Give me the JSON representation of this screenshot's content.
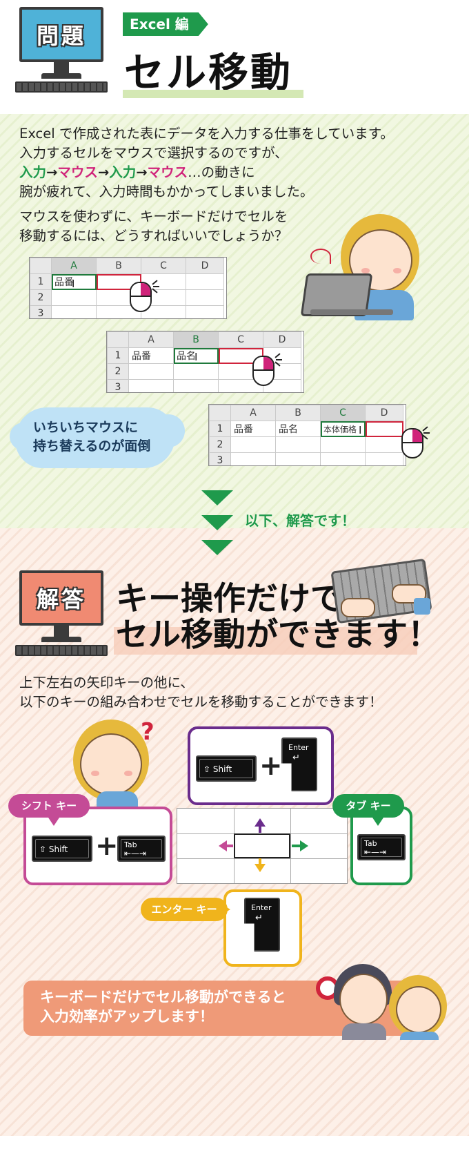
{
  "header": {
    "badge": "問題",
    "tag": "Excel 編",
    "title": "セル移動"
  },
  "question": {
    "line1": "Excel で作成された表にデータを入力する仕事をしています。",
    "line2": "入力するセルをマウスで選択するのですが、",
    "line3": {
      "a": "入力",
      "arrow1": "→",
      "b": "マウス",
      "arrow2": "→",
      "c": "入力",
      "arrow3": "→",
      "d": "マウス",
      "e": "…の動きに"
    },
    "line4": "腕が疲れて、入力時間もかかってしまいました。",
    "line5": "マウスを使わずに、キーボードだけでセルを",
    "line6": "移動するには、どうすればいいでしょうか？",
    "cloud": [
      "いちいちマウスに",
      "持ち替えるのが面倒"
    ]
  },
  "grids": {
    "cols": [
      "A",
      "B",
      "C",
      "D"
    ],
    "rows": [
      "1",
      "2",
      "3"
    ],
    "g1": [
      "品番",
      "",
      "",
      ""
    ],
    "g2": [
      "品番",
      "品名",
      "",
      ""
    ],
    "g3": [
      "品番",
      "品名",
      "本体価格",
      ""
    ]
  },
  "transition": {
    "label": "以下、解答です！"
  },
  "answer": {
    "badge": "解答",
    "title1": "キー操作だけで",
    "title2": "セル移動ができます！",
    "line1": "上下左右の矢印キーの他に、",
    "line2": "以下のキーの組み合わせでセルを移動することができます！",
    "question_mark": "?"
  },
  "keys": {
    "shift": "Shift",
    "enter": "Enter",
    "tab": "Tab",
    "plus": "+",
    "shift_up_symbol": "⇧",
    "shift_key_label": "シフト キー",
    "tab_key_label": "タブ キー",
    "enter_key_label": "エンター キー"
  },
  "colors": {
    "green": "#1f9a4c",
    "pink": "#d0237a",
    "purple": "#6a2c8c",
    "magenta": "#c44b96",
    "yellow": "#f0b41c",
    "orange": "#ef9a78"
  },
  "banner": [
    "キーボードだけでセル移動ができると",
    "入力効率がアップします！"
  ]
}
